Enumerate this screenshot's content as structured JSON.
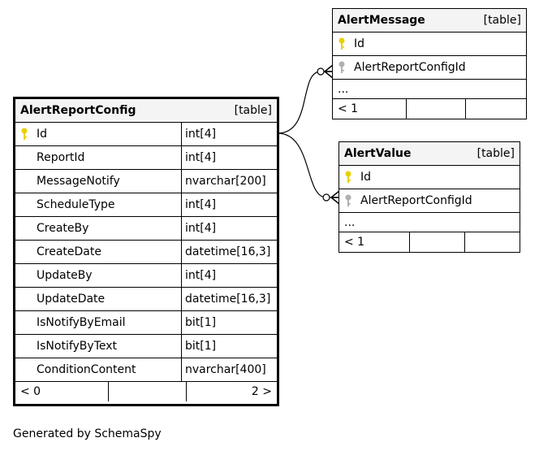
{
  "tables": {
    "alert_report_config": {
      "name": "AlertReportConfig",
      "kind": "[table]",
      "columns": [
        {
          "name": "Id",
          "type": "int[4]",
          "pk": true
        },
        {
          "name": "ReportId",
          "type": "int[4]"
        },
        {
          "name": "MessageNotify",
          "type": "nvarchar[200]"
        },
        {
          "name": "ScheduleType",
          "type": "int[4]"
        },
        {
          "name": "CreateBy",
          "type": "int[4]"
        },
        {
          "name": "CreateDate",
          "type": "datetime[16,3]"
        },
        {
          "name": "UpdateBy",
          "type": "int[4]"
        },
        {
          "name": "UpdateDate",
          "type": "datetime[16,3]"
        },
        {
          "name": "IsNotifyByEmail",
          "type": "bit[1]"
        },
        {
          "name": "IsNotifyByText",
          "type": "bit[1]"
        },
        {
          "name": "ConditionContent",
          "type": "nvarchar[400]"
        }
      ],
      "footer_left": "< 0",
      "footer_right": "2 >"
    },
    "alert_message": {
      "name": "AlertMessage",
      "kind": "[table]",
      "columns": [
        {
          "name": "Id",
          "pk": true
        },
        {
          "name": "AlertReportConfigId",
          "fk": true
        }
      ],
      "ellipsis": "...",
      "footer_left": "< 1"
    },
    "alert_value": {
      "name": "AlertValue",
      "kind": "[table]",
      "columns": [
        {
          "name": "Id",
          "pk": true
        },
        {
          "name": "AlertReportConfigId",
          "fk": true
        }
      ],
      "ellipsis": "...",
      "footer_left": "< 1"
    }
  },
  "colors": {
    "pk_key": "#e8d000",
    "fk_key": "#b0b0b0",
    "header_bg": "#f4f4f4"
  },
  "generated_by": "Generated by SchemaSpy"
}
